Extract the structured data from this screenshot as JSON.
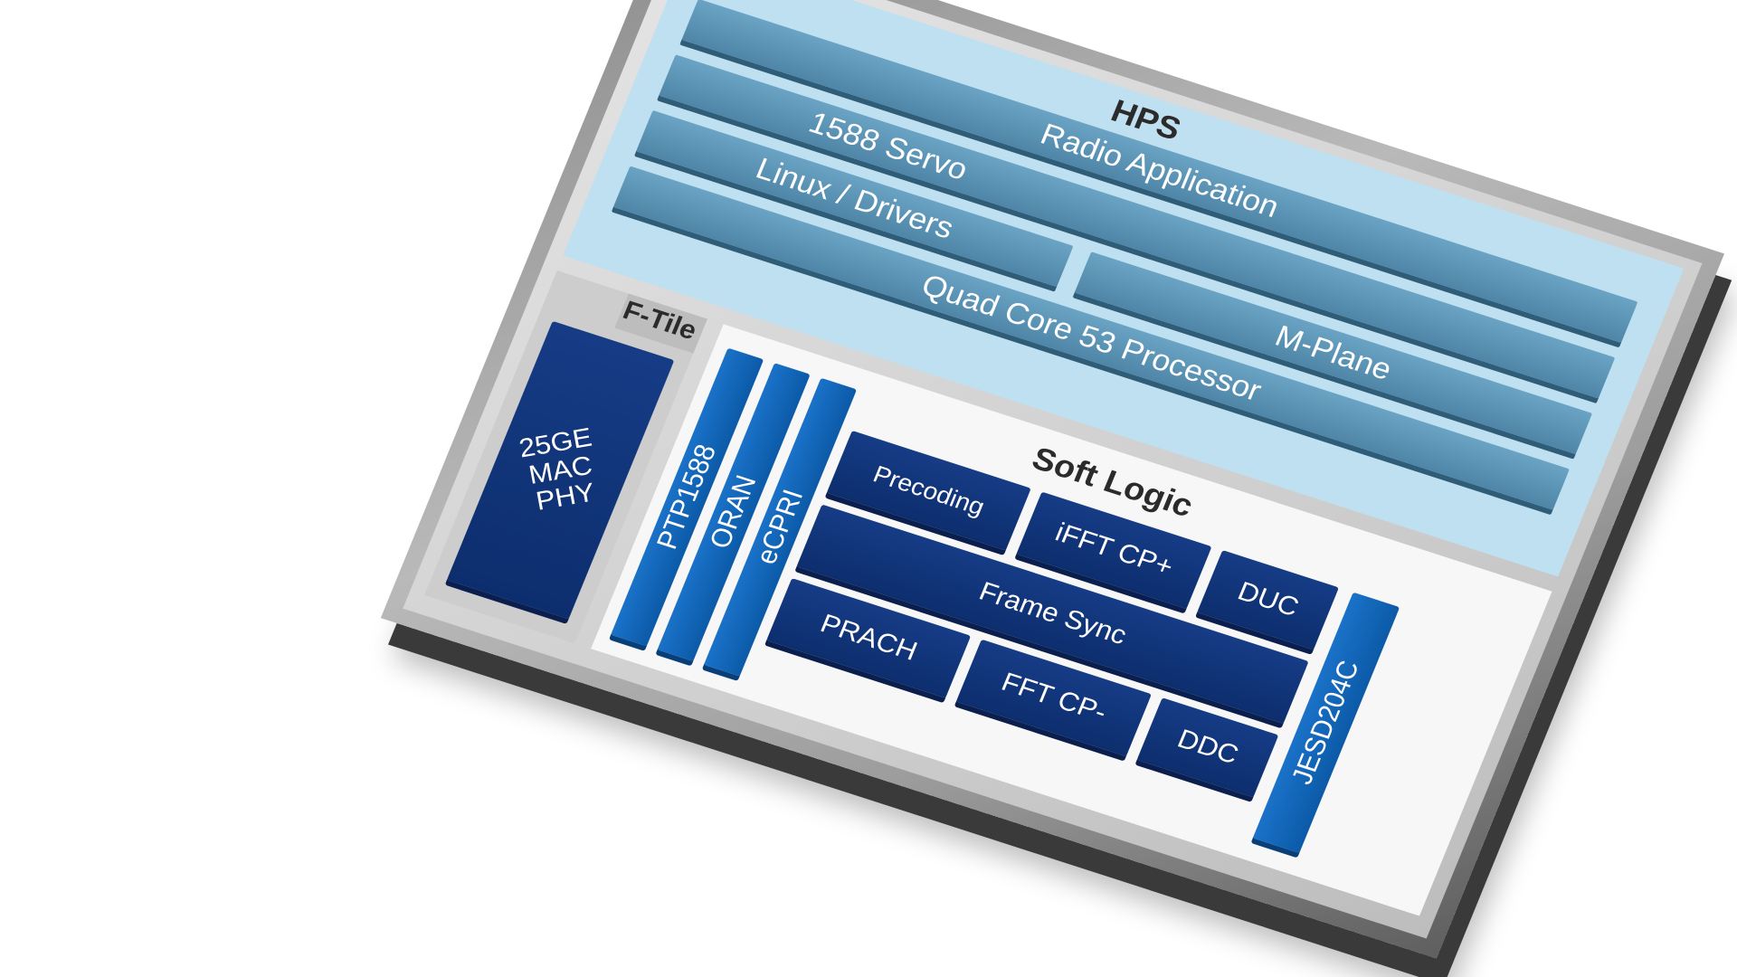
{
  "diagram": {
    "hps": {
      "title": "HPS",
      "bars": {
        "radio_application": "Radio Application",
        "servo_1588": "1588 Servo",
        "linux_drivers": "Linux / Drivers",
        "m_plane": "M-Plane",
        "quad_core": "Quad Core 53 Processor"
      }
    },
    "f_tile": {
      "title": "F-Tile",
      "block": "25GE MAC PHY"
    },
    "soft_logic": {
      "title": "Soft Logic",
      "strips": {
        "ptp1588": "PTP1588",
        "oran": "ORAN",
        "ecpri": "eCPRI",
        "jesd204c": "JESD204C"
      },
      "blocks": {
        "precoding": "Precoding",
        "ifft_cp_plus": "iFFT CP+",
        "duc": "DUC",
        "frame_sync": "Frame Sync",
        "prach": "PRACH",
        "fft_cp_minus": "FFT CP-",
        "ddc": "DDC"
      }
    }
  },
  "colors": {
    "hps_background": "#bfe0f0",
    "hps_bar": "#4f86a8",
    "dark_block": "#0d2e6e",
    "blue_strip": "#0c5aa8",
    "chip_frame": "#9d9d9d",
    "soft_logic_background": "#f7f7f7"
  }
}
